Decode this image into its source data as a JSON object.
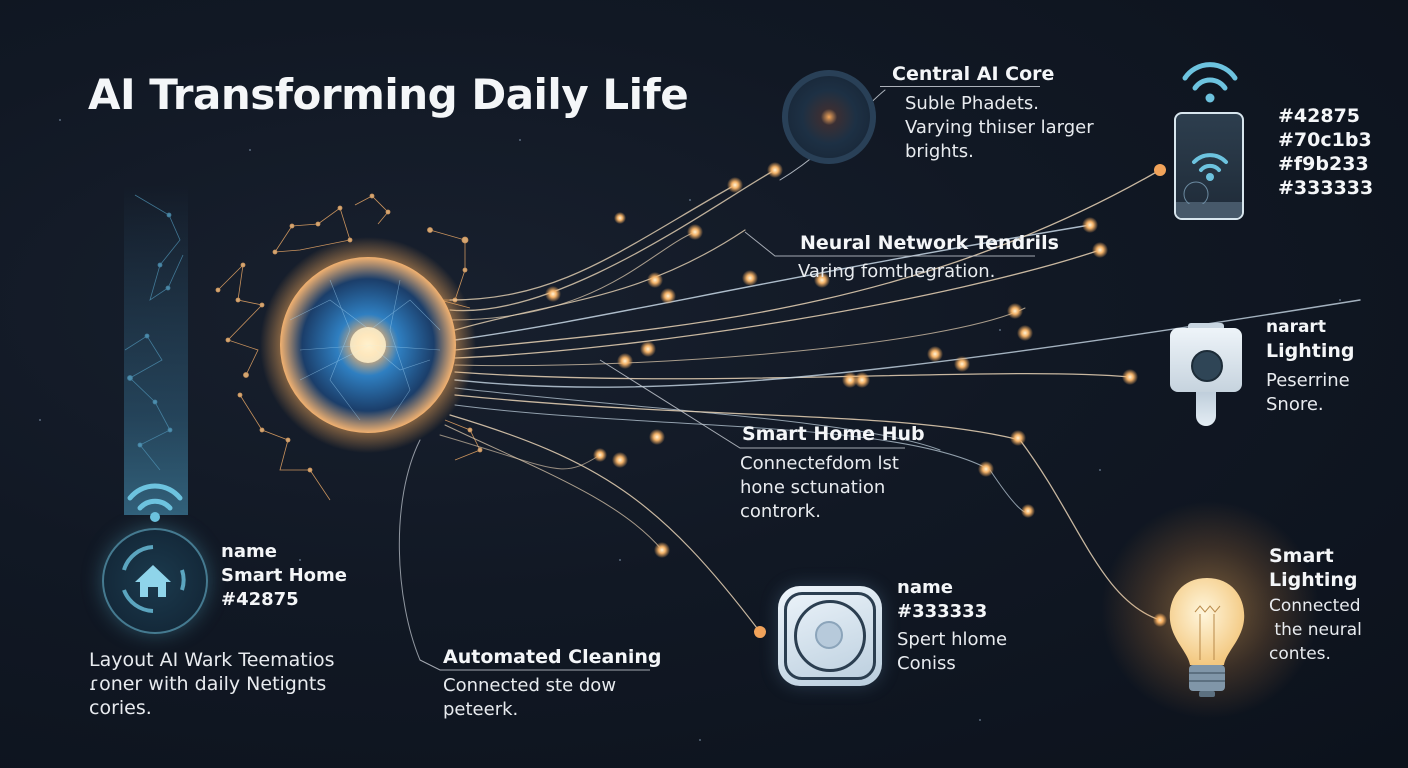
{
  "title": "AI Transforming Daily Life",
  "colors": {
    "background": "#111824",
    "accent_orange": "#f9b233",
    "accent_teal": "#70c1b3",
    "text": "#f4f6f8",
    "node_glow": "#f5b46a",
    "sphere_blue": "#2f7fc1"
  },
  "central_core": {
    "heading": "Central AI Core",
    "lines": [
      "Suble Phadets.",
      "Varying thiıser larger",
      "brights."
    ]
  },
  "palette_list": {
    "swatches": [
      "#42875",
      "#70c1b3",
      "#f9b233",
      "#333333"
    ]
  },
  "neural_tendrils": {
    "heading": "Neural Network Tendrils",
    "lines": [
      "Varing fomthegration."
    ]
  },
  "camera": {
    "heading_lines": [
      "narart",
      "Lighting"
    ],
    "lines": [
      "Peserrine",
      "Snore."
    ]
  },
  "smart_home_hub": {
    "heading": "Smart Home Hub",
    "lines": [
      "Connectefdom lst",
      "hone sctunation",
      "contrork."
    ]
  },
  "smart_home": {
    "lines": [
      "name",
      "Smart Home",
      "#42875"
    ]
  },
  "layout_note": {
    "lines": [
      "Layout AI Wark Teematios",
      "ɾoner with daily Netignts",
      "cories."
    ]
  },
  "automated_cleaning": {
    "heading": "Automated Cleaning",
    "lines": [
      "Connected ste dow",
      "peteerk."
    ]
  },
  "hub_device": {
    "lines": [
      "name",
      "#333333",
      "Spert hlome",
      "Coniss"
    ]
  },
  "smart_lighting": {
    "heading_lines": [
      "Smart",
      "Lighting"
    ],
    "lines": [
      "Connected",
      " the neural",
      "contes."
    ]
  }
}
